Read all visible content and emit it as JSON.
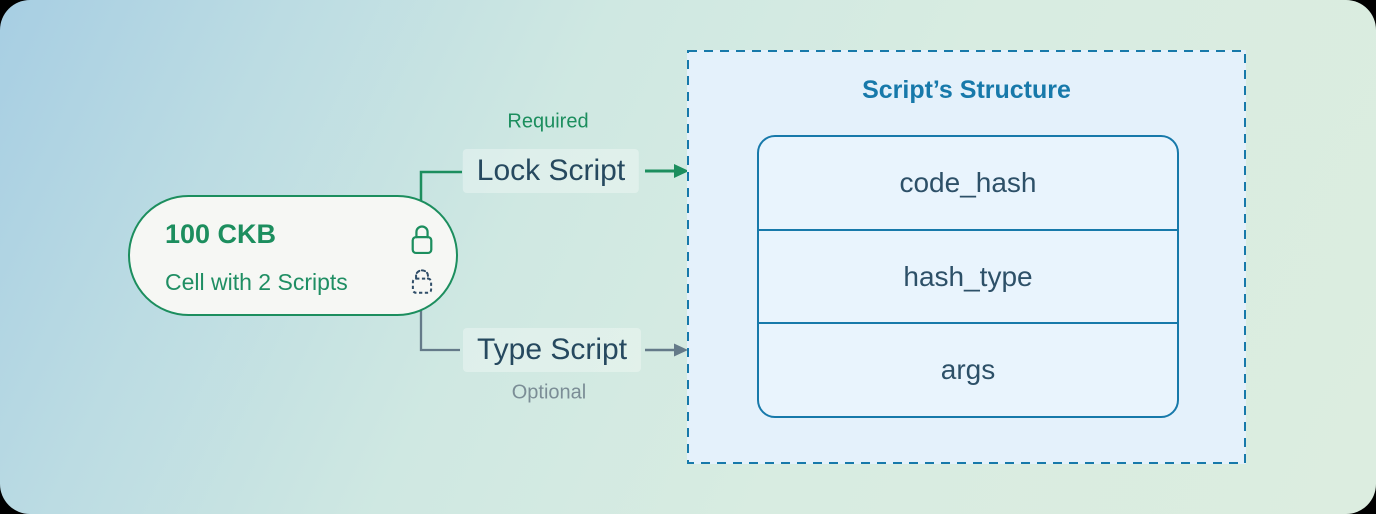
{
  "colors": {
    "green": "#1c8e5e",
    "dark_label": "#26495f",
    "blue": "#1779aa",
    "gray_connector": "#647a89",
    "optional_gray": "#7b8d96",
    "dashed_lock_navy": "#2f4d68",
    "pill_background": "#f6f7f4",
    "structure_background": "#e4f1fb",
    "fields_background": "#e9f4fd",
    "background_gradient_start": "#a7cee3",
    "background_gradient_end": "#dcede0"
  },
  "cell": {
    "title": "100 CKB",
    "subtitle": "Cell with 2 Scripts"
  },
  "labels": {
    "required": "Required",
    "lock_script": "Lock Script",
    "type_script": "Type Script",
    "optional": "Optional"
  },
  "structure": {
    "title": "Script’s Structure",
    "fields": [
      "code_hash",
      "hash_type",
      "args"
    ]
  },
  "icons": {
    "lock": "closed-lock-solid-outline",
    "type_lock": "closed-lock-dashed-outline"
  }
}
